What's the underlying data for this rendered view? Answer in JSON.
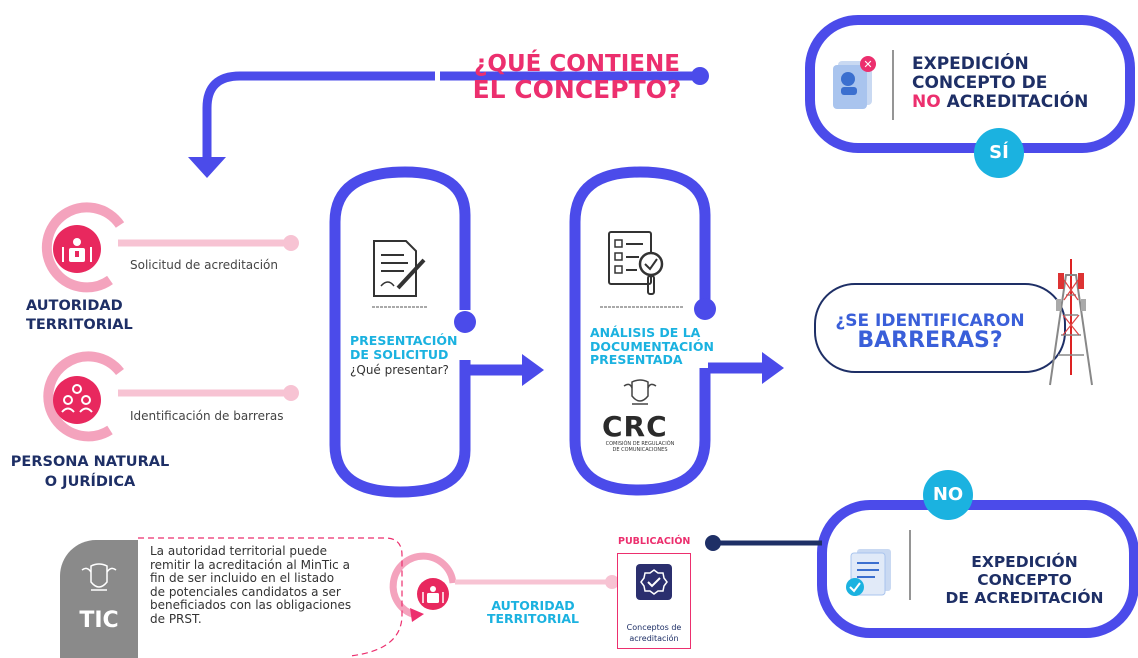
{
  "question_title": {
    "line1": "¿QUÉ CONTIENE",
    "line2": "EL CONCEPTO?"
  },
  "top_right_box": {
    "line1": "EXPEDICIÓN",
    "line2": "CONCEPTO DE",
    "line3_highlight": "NO",
    "line3_rest": " ACREDITACIÓN"
  },
  "yes_badge": "SÍ",
  "no_badge": "NO",
  "actors": {
    "autoridad": {
      "name_line1": "AUTORIDAD",
      "name_line2": "TERRITORIAL",
      "action": "Solicitud de acreditación"
    },
    "persona": {
      "name_line1": "PERSONA NATURAL",
      "name_line2": "O JURÍDICA",
      "action": "Identificación de barreras"
    }
  },
  "step1": {
    "title_line1": "PRESENTACIÓN",
    "title_line2": "DE SOLICITUD",
    "subtitle": "¿Qué presentar?"
  },
  "step2": {
    "title_line1": "ANÁLISIS DE LA",
    "title_line2": "DOCUMENTACIÓN",
    "title_line3": "PRESENTADA"
  },
  "crc_logo": {
    "text": "CRC",
    "sub1": "COMISIÓN DE REGULACIÓN",
    "sub2": "DE COMUNICACIONES"
  },
  "barriers_question": {
    "line1": "¿SE IDENTIFICARON",
    "line2": "BARRERAS?"
  },
  "bottom_right_box": {
    "line1": "EXPEDICIÓN CONCEPTO",
    "line2": "DE ACREDITACIÓN"
  },
  "publication": {
    "title": "PUBLICACIÓN",
    "label_line1": "Conceptos de",
    "label_line2": "acreditación"
  },
  "bottom_actor": {
    "line1": "AUTORIDAD",
    "line2": "TERRITORIAL"
  },
  "tic_note": {
    "logo": "TIC",
    "lines": [
      "La autoridad territorial puede",
      "remitir la acreditación al MinTic a",
      "fin de ser incluido en el listado",
      "de potenciales candidatos a ser",
      "beneficiados con las obligaciones",
      "de PRST."
    ]
  },
  "colors": {
    "flow_blue": "#4b4bea",
    "pink": "#ec2f6e",
    "cyan": "#1bb2e0",
    "navy": "#1e2f66",
    "box_border": "#2b3a8f"
  }
}
